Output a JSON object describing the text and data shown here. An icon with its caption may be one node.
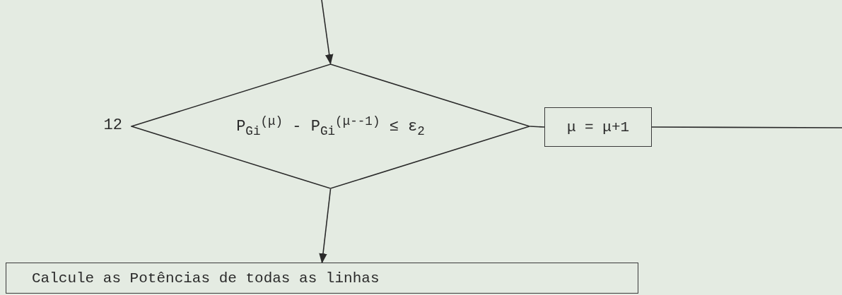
{
  "diagram": {
    "nodes": [
      {
        "text": [
          "P$_{Gi}$$^{(μ)}$ - P$_{Gi}$$^{(μ--1)}$ ≤ ε$_{2}$"
        ],
        "beside": [
          "12"
        ]
      },
      {
        "text": [
          "μ = μ+1"
        ]
      },
      {
        "text": [
          "Calcule as Potências de todas as linhas"
        ]
      }
    ],
    "edges": [
      {
        "from": null,
        "to": 0,
        "arrow": "to"
      },
      {
        "from": 0,
        "to": 1,
        "arrow": "none"
      },
      {
        "from": 1,
        "to": null,
        "arrow": "none"
      },
      {
        "from": 0,
        "to": 2,
        "arrow": "to"
      }
    ]
  }
}
